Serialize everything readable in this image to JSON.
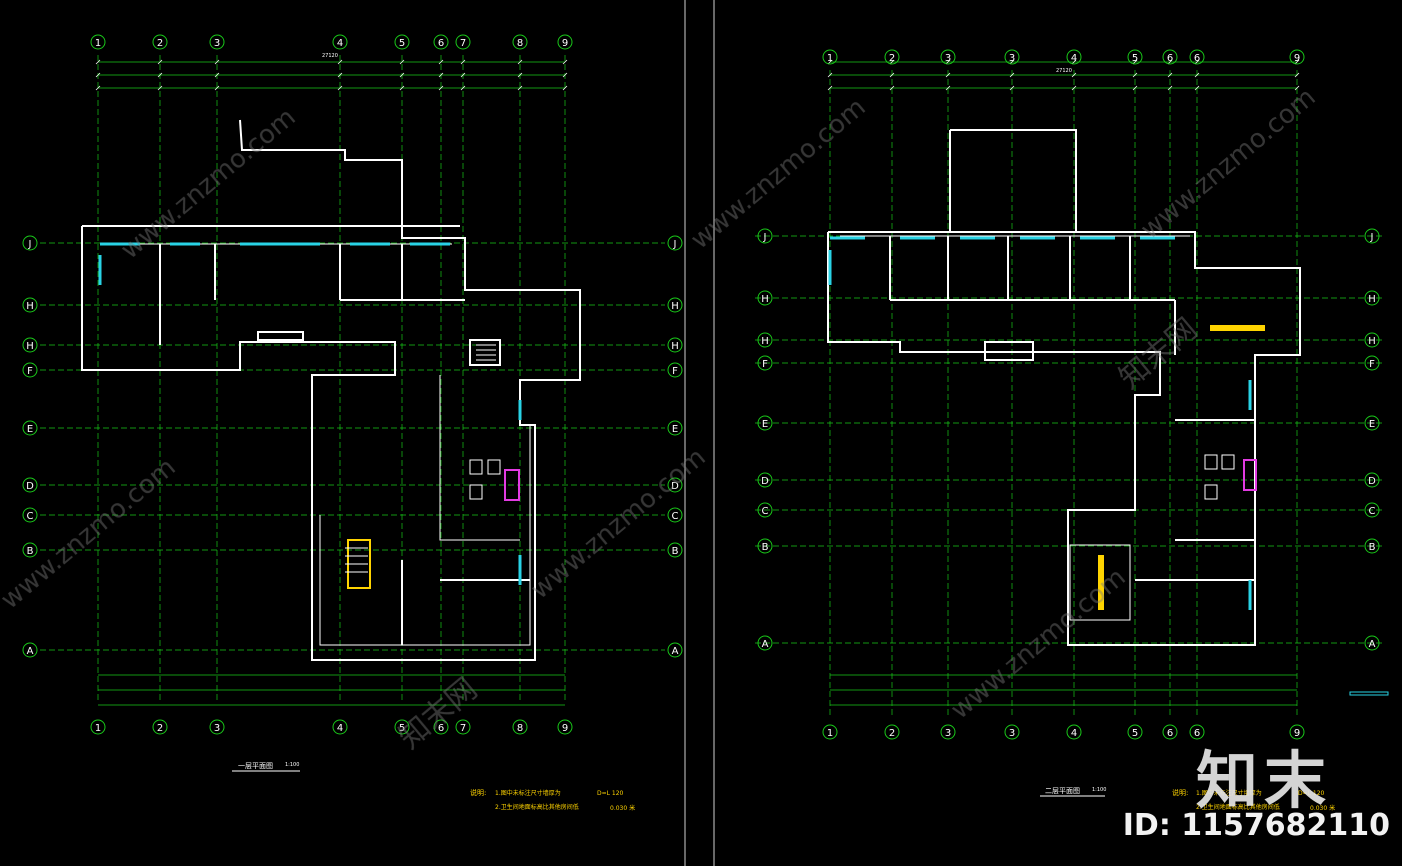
{
  "brand": {
    "logo_text": "知末",
    "id_label": "ID: 1157682110"
  },
  "watermark_text": "www.znzmo.com",
  "watermark_cn": "知末网",
  "colors": {
    "grid": "#19c819",
    "wall": "#ffffff",
    "cyan": "#29d3e6",
    "yellow": "#ffd400",
    "magenta": "#e23be2",
    "divider": "#cfcfcf"
  },
  "left_plan": {
    "title": "一层平面图",
    "scale": "1:100",
    "col_axes": [
      "1",
      "2",
      "3",
      "4",
      "5",
      "6",
      "7",
      "8",
      "9"
    ],
    "row_axes": [
      "J",
      "H",
      "H",
      "F",
      "E",
      "D",
      "C",
      "B",
      "A"
    ],
    "total_dim": "27120",
    "notes_label": "说明:",
    "notes": [
      "1.图中未标注尺寸墙厚为",
      "2.卫生间地面标高比其他房间低"
    ],
    "note_values": [
      "D=L 120",
      "0.030 米"
    ]
  },
  "right_plan": {
    "title": "二层平面图",
    "scale": "1:100",
    "col_axes": [
      "1",
      "2",
      "3",
      "3",
      "4",
      "5",
      "6",
      "6",
      "9"
    ],
    "row_axes": [
      "J",
      "H",
      "H",
      "F",
      "E",
      "D",
      "C",
      "B",
      "A"
    ],
    "total_dim": "27120",
    "notes_label": "说明:",
    "notes": [
      "1.图中未标注尺寸墙厚为",
      "2.卫生间地面标高比其他房间低"
    ],
    "note_values": [
      "D=L 120",
      "0.030 米"
    ]
  }
}
